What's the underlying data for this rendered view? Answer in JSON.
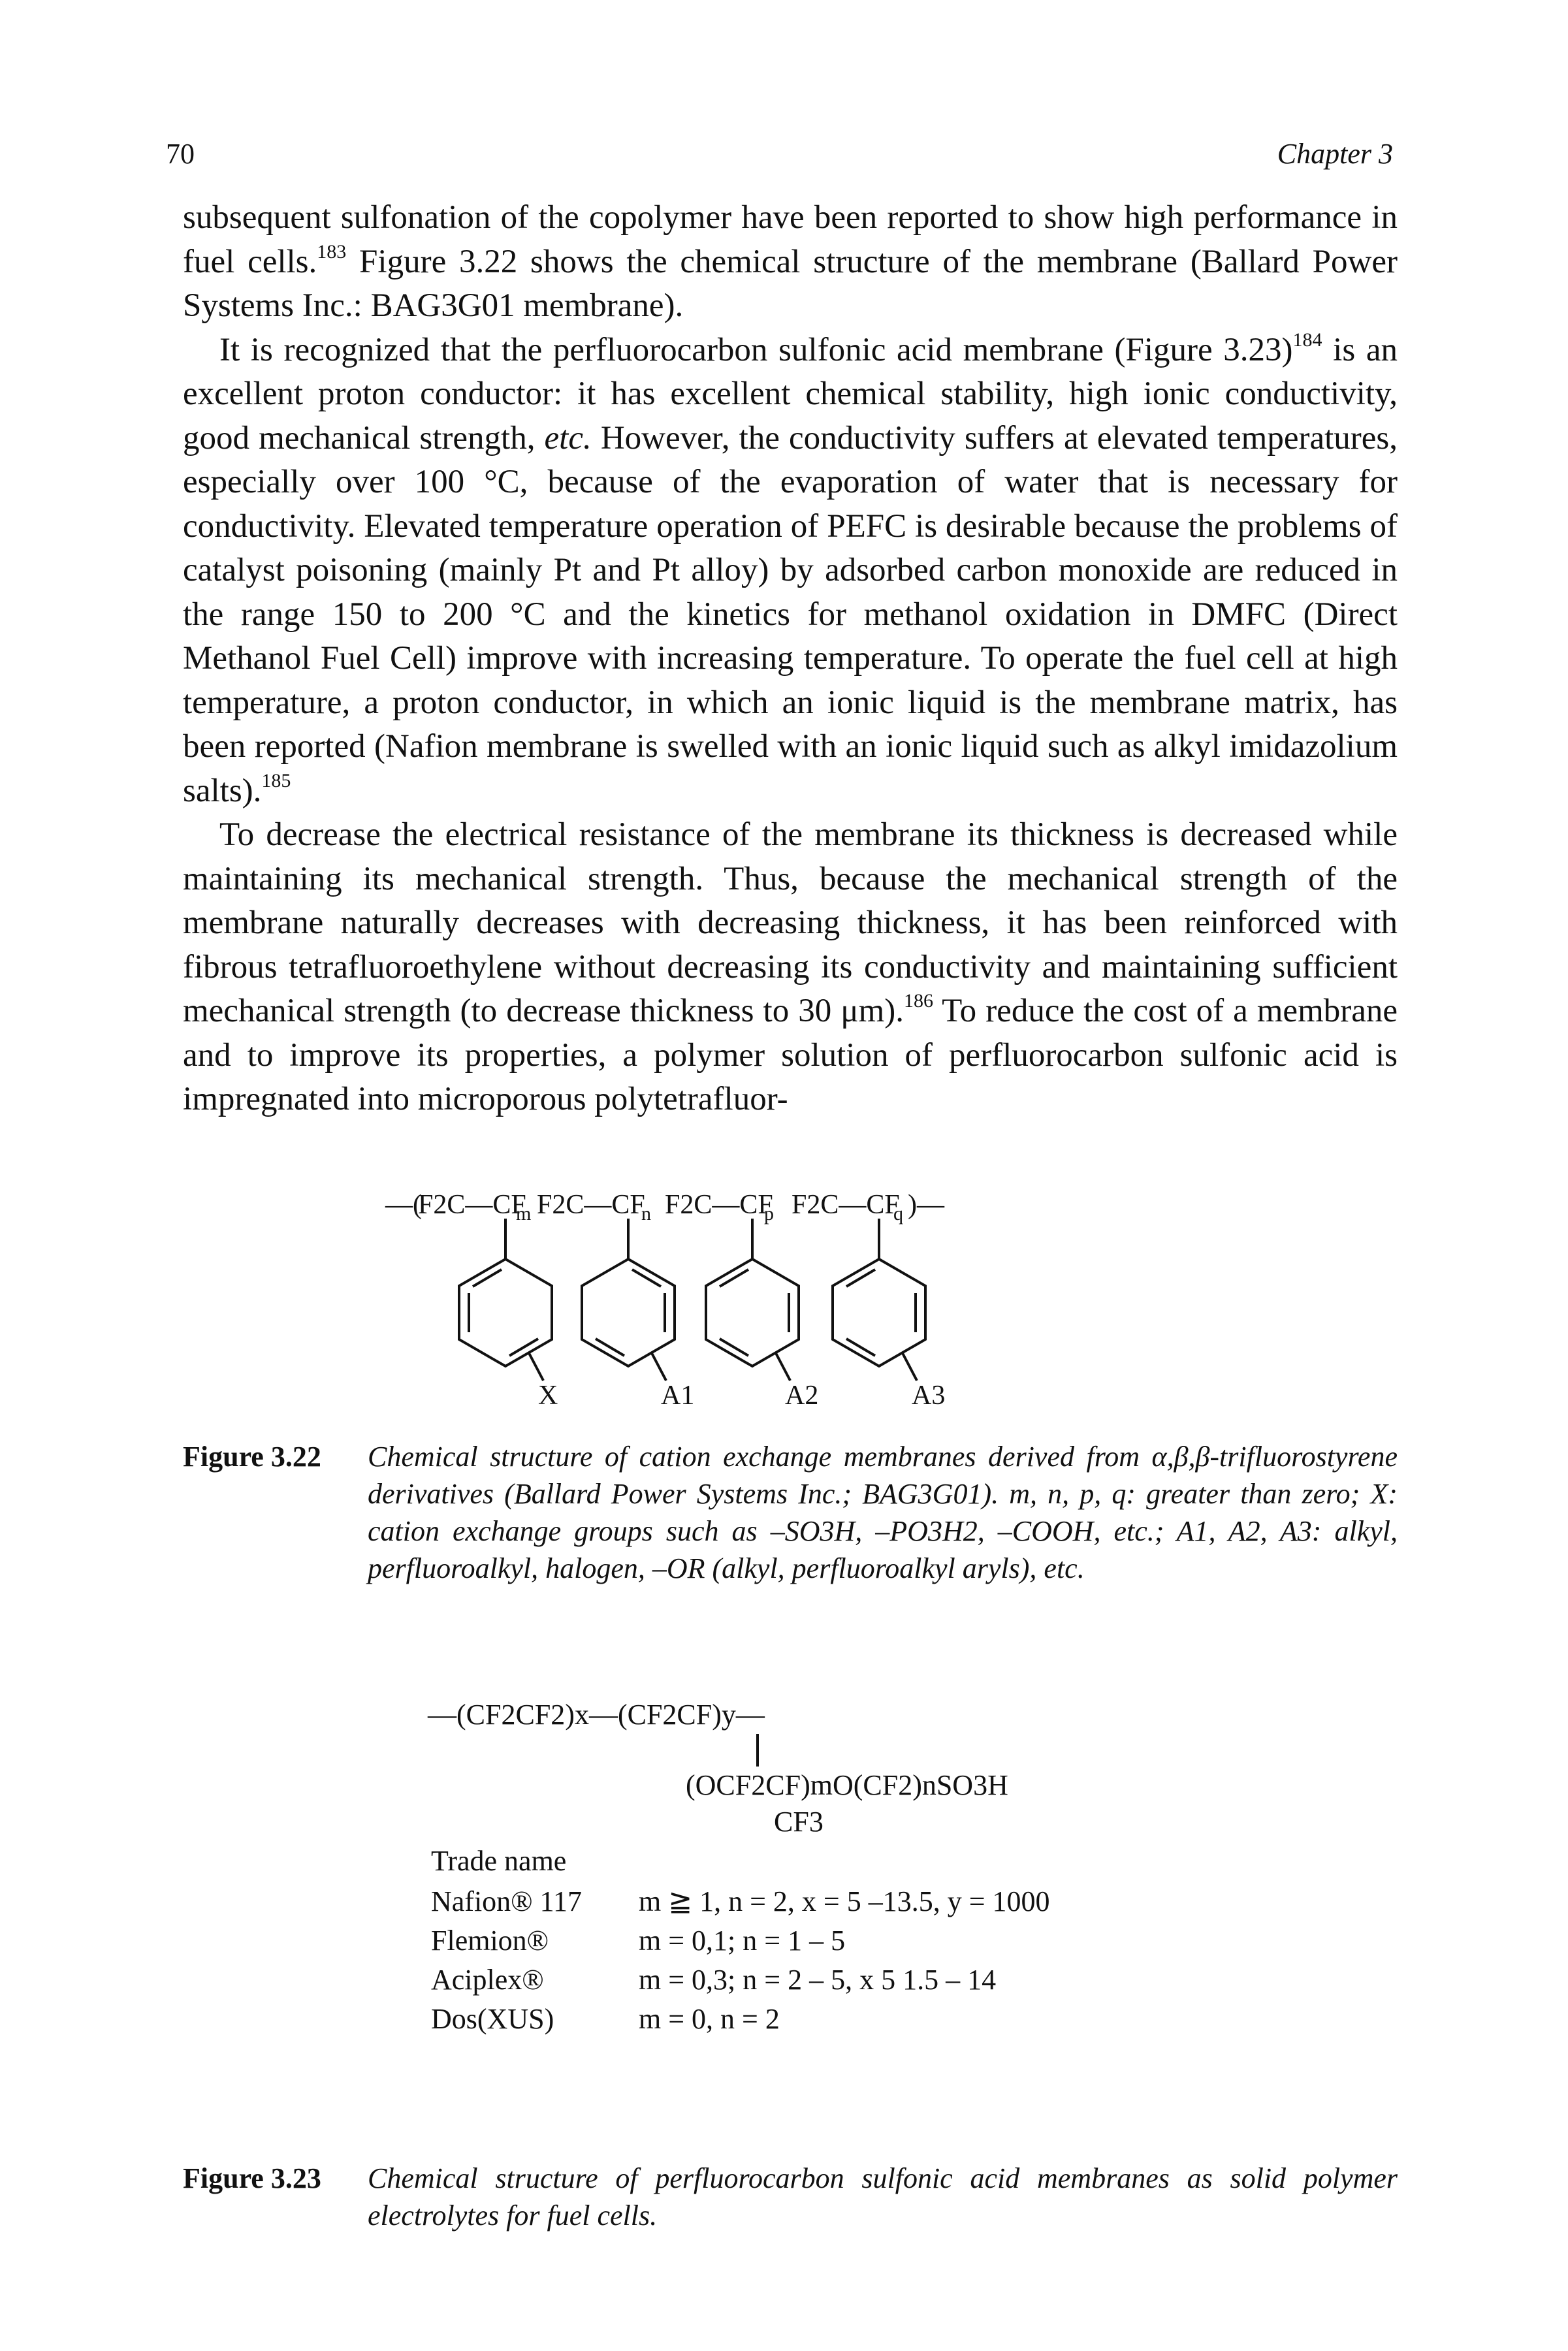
{
  "header": {
    "page_number": "70",
    "chapter": "Chapter 3"
  },
  "paragraphs": [
    {
      "parts": [
        "subsequent sulfonation of the copolymer have been reported to show high performance in fuel cells.",
        "183",
        " Figure 3.22 shows the chemical structure of the membrane (Ballard Power Systems Inc.: BAG3G01 membrane)."
      ]
    },
    {
      "parts": [
        "It is recognized that the perfluorocarbon sulfonic acid membrane (Figure 3.23)",
        "184",
        " is an excellent proton conductor: it has excellent chemical stability, high ionic conductivity, good mechanical strength, ",
        "etc.",
        " However, the conductivity suffers at elevated temperatures, especially over 100 °C, because of the evaporation of water that is necessary for conductivity. Elevated temperature operation of PEFC is desirable because the problems of catalyst poisoning (mainly Pt and Pt alloy) by adsorbed carbon monoxide are reduced in the range 150 to 200 °C and the kinetics for methanol oxidation in DMFC (Direct Methanol Fuel Cell) improve with increasing temperature. To operate the fuel cell at high temperature, a proton conductor, in which an ionic liquid is the membrane matrix, has been reported (Nafion membrane is swelled with an ionic liquid such as alkyl imidazolium salts).",
        "185"
      ]
    },
    {
      "parts": [
        "To decrease the electrical resistance of the membrane its thickness is decreased while maintaining its mechanical strength. Thus, because the mechanical strength of the membrane naturally decreases with decreasing thickness, it has been reinforced with fibrous tetrafluoroethylene without decreasing its conductivity and maintaining sufficient mechanical strength (to decrease thickness to 30 μm).",
        "186",
        " To reduce the cost of a membrane and to improve its properties, a polymer solution of perfluorocarbon sulfonic acid is impregnated into microporous polytetrafluor-"
      ]
    }
  ],
  "figure_3_22": {
    "backbone_units": [
      "F2C—CF",
      "F2C—CF",
      "F2C—CF",
      "F2C—CF"
    ],
    "unit_subscripts": [
      "m",
      "n",
      "p",
      "q"
    ],
    "substituents": [
      "X",
      "A1",
      "A2",
      "A3"
    ],
    "caption_label": "Figure 3.22",
    "caption_text": "Chemical structure of cation exchange membranes derived from α,β,β-trifluorostyrene derivatives (Ballard Power Systems Inc.; BAG3G01). m, n, p, q: greater than zero; X: cation exchange groups such as –SO3H, –PO3H2, –COOH, etc.; A1, A2, A3: alkyl, perfluoroalkyl, halogen, –OR (alkyl, perfluoroalkyl aryls), etc."
  },
  "figure_3_23": {
    "formula_main": "—(CF2CF2)x—(CF2CF)y—",
    "formula_side": "(OCF2CF)mO(CF2)nSO3H",
    "formula_branch": "CF3",
    "trade_header": "Trade name",
    "trade_rows": [
      {
        "name": "Nafion® 117",
        "params": "m ≧ 1, n = 2, x = 5 –13.5, y = 1000"
      },
      {
        "name": "Flemion®",
        "params": "m = 0,1; n = 1 – 5"
      },
      {
        "name": "Aciplex®",
        "params": "m = 0,3; n = 2 – 5, x 5 1.5 – 14"
      },
      {
        "name": "Dos(XUS)",
        "params": "m = 0, n = 2"
      }
    ],
    "caption_label": "Figure 3.23",
    "caption_text": "Chemical structure of perfluorocarbon sulfonic acid membranes as solid polymer electrolytes for fuel cells."
  }
}
